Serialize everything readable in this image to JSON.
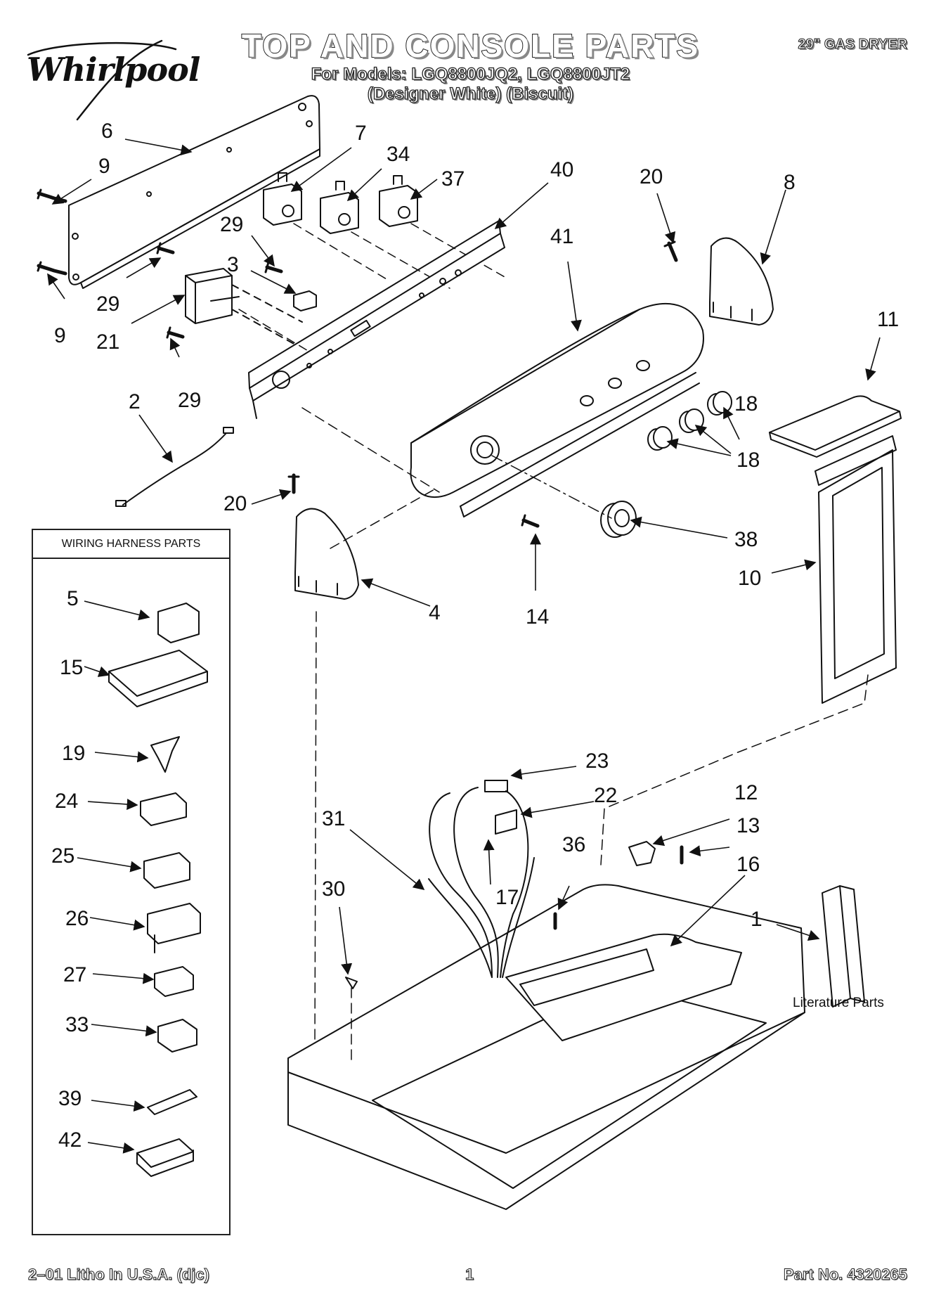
{
  "header": {
    "brand": "Whirlpool",
    "title": "TOP AND CONSOLE PARTS",
    "models": "For Models: LGQ8800JQ2, LGQ8800JT2",
    "colors": "(Designer White)  (Biscuit)",
    "model_type": "29\" GAS DRYER"
  },
  "harness_box": {
    "title": "WIRING HARNESS PARTS"
  },
  "literature_label": "Literature Parts",
  "callouts": [
    "6",
    "9",
    "7",
    "34",
    "37",
    "40",
    "20",
    "8",
    "29",
    "3",
    "29",
    "9",
    "21",
    "41",
    "11",
    "29",
    "2",
    "18",
    "20",
    "18",
    "38",
    "10",
    "4",
    "14",
    "5",
    "15",
    "19",
    "24",
    "25",
    "26",
    "27",
    "33",
    "39",
    "42",
    "23",
    "22",
    "31",
    "12",
    "13",
    "36",
    "16",
    "17",
    "30",
    "1"
  ],
  "footer": {
    "left": "2–01 Litho In U.S.A. (djc)",
    "page": "1",
    "right": "Part No. 4320265"
  },
  "colors": {
    "ink": "#111111",
    "paper": "#ffffff",
    "gray": "#888888"
  }
}
